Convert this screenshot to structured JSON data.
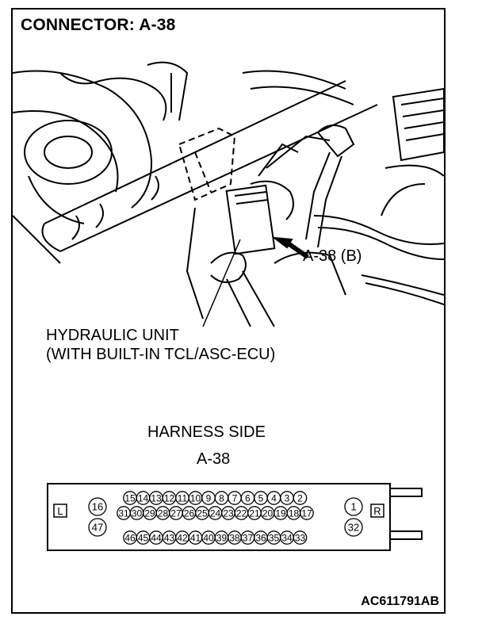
{
  "title": "CONNECTOR: A-38",
  "callouts": {
    "hydraulic_unit_line1": "HYDRAULIC UNIT",
    "hydraulic_unit_line2": "(WITH BUILT-IN TCL/ASC-ECU)",
    "connector_pointer": "A-38 (B)"
  },
  "connector": {
    "heading": "HARNESS SIDE",
    "id": "A-38",
    "left_mark": "L",
    "right_mark": "R",
    "row_top": [
      "15",
      "14",
      "13",
      "12",
      "11",
      "10",
      "9",
      "8",
      "7",
      "6",
      "5",
      "4",
      "3",
      "2"
    ],
    "row_middle": [
      "31",
      "30",
      "29",
      "28",
      "27",
      "26",
      "25",
      "24",
      "23",
      "22",
      "21",
      "20",
      "19",
      "18",
      "17"
    ],
    "row_bottom": [
      "46",
      "45",
      "44",
      "43",
      "42",
      "41",
      "40",
      "39",
      "38",
      "37",
      "36",
      "35",
      "34",
      "33"
    ],
    "left_top": "16",
    "left_bottom": "47",
    "right_top": "1",
    "right_bottom": "32"
  },
  "figure_code": "AC611791AB"
}
